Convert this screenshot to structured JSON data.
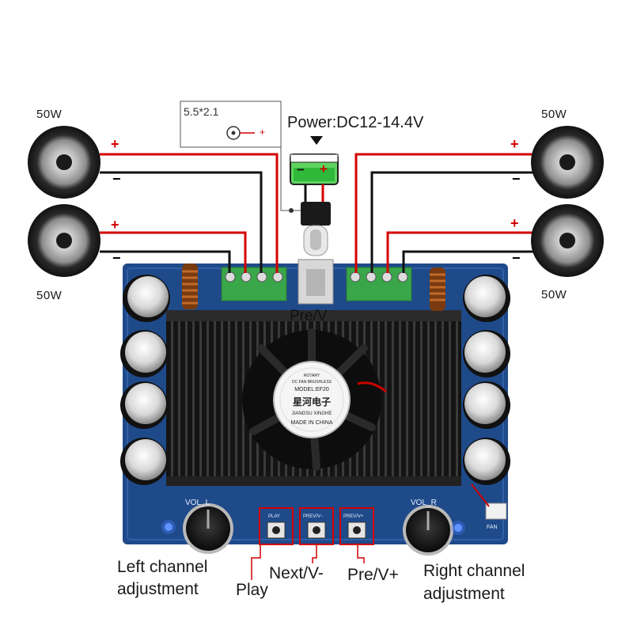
{
  "speakers": {
    "top_left": {
      "watts": "50W"
    },
    "mid_left": {
      "watts": "50W"
    },
    "top_right": {
      "watts": "50W"
    },
    "mid_right": {
      "watts": "50W"
    }
  },
  "power": {
    "label": "Power:DC12-14.4V",
    "jack": "5.5*2.1",
    "jack_plus": "+",
    "battery_minus": "−",
    "battery_plus": "+"
  },
  "polarity": {
    "plus": "+",
    "minus": "−"
  },
  "board": {
    "vol_l": "VOL_L",
    "vol_r": "VOL_R",
    "play": "PLAY",
    "prev_minus": "PREV/V−",
    "prev_plus": "PREV/V+",
    "fan": "FAN",
    "fan_text": [
      "ROTARY",
      "DC FAN BRUSHLESS",
      "MODEL:EF20",
      "星河电子",
      "JIANGSU XINGHE",
      "MADE IN CHINA"
    ]
  },
  "labels": {
    "left_channel_1": "Left channel",
    "left_channel_2": "adjustment",
    "play": "Play",
    "next": "Next/V-",
    "pre": "Pre/V+",
    "right_channel_1": "Right channel",
    "right_channel_2": "adjustment",
    "pre_v_overlay": "Pre/V"
  },
  "colors": {
    "board": "#1f4a8a",
    "wire_red": "#d40000",
    "terminal": "#3aa64a",
    "heatsink": "#1b1b1b"
  }
}
